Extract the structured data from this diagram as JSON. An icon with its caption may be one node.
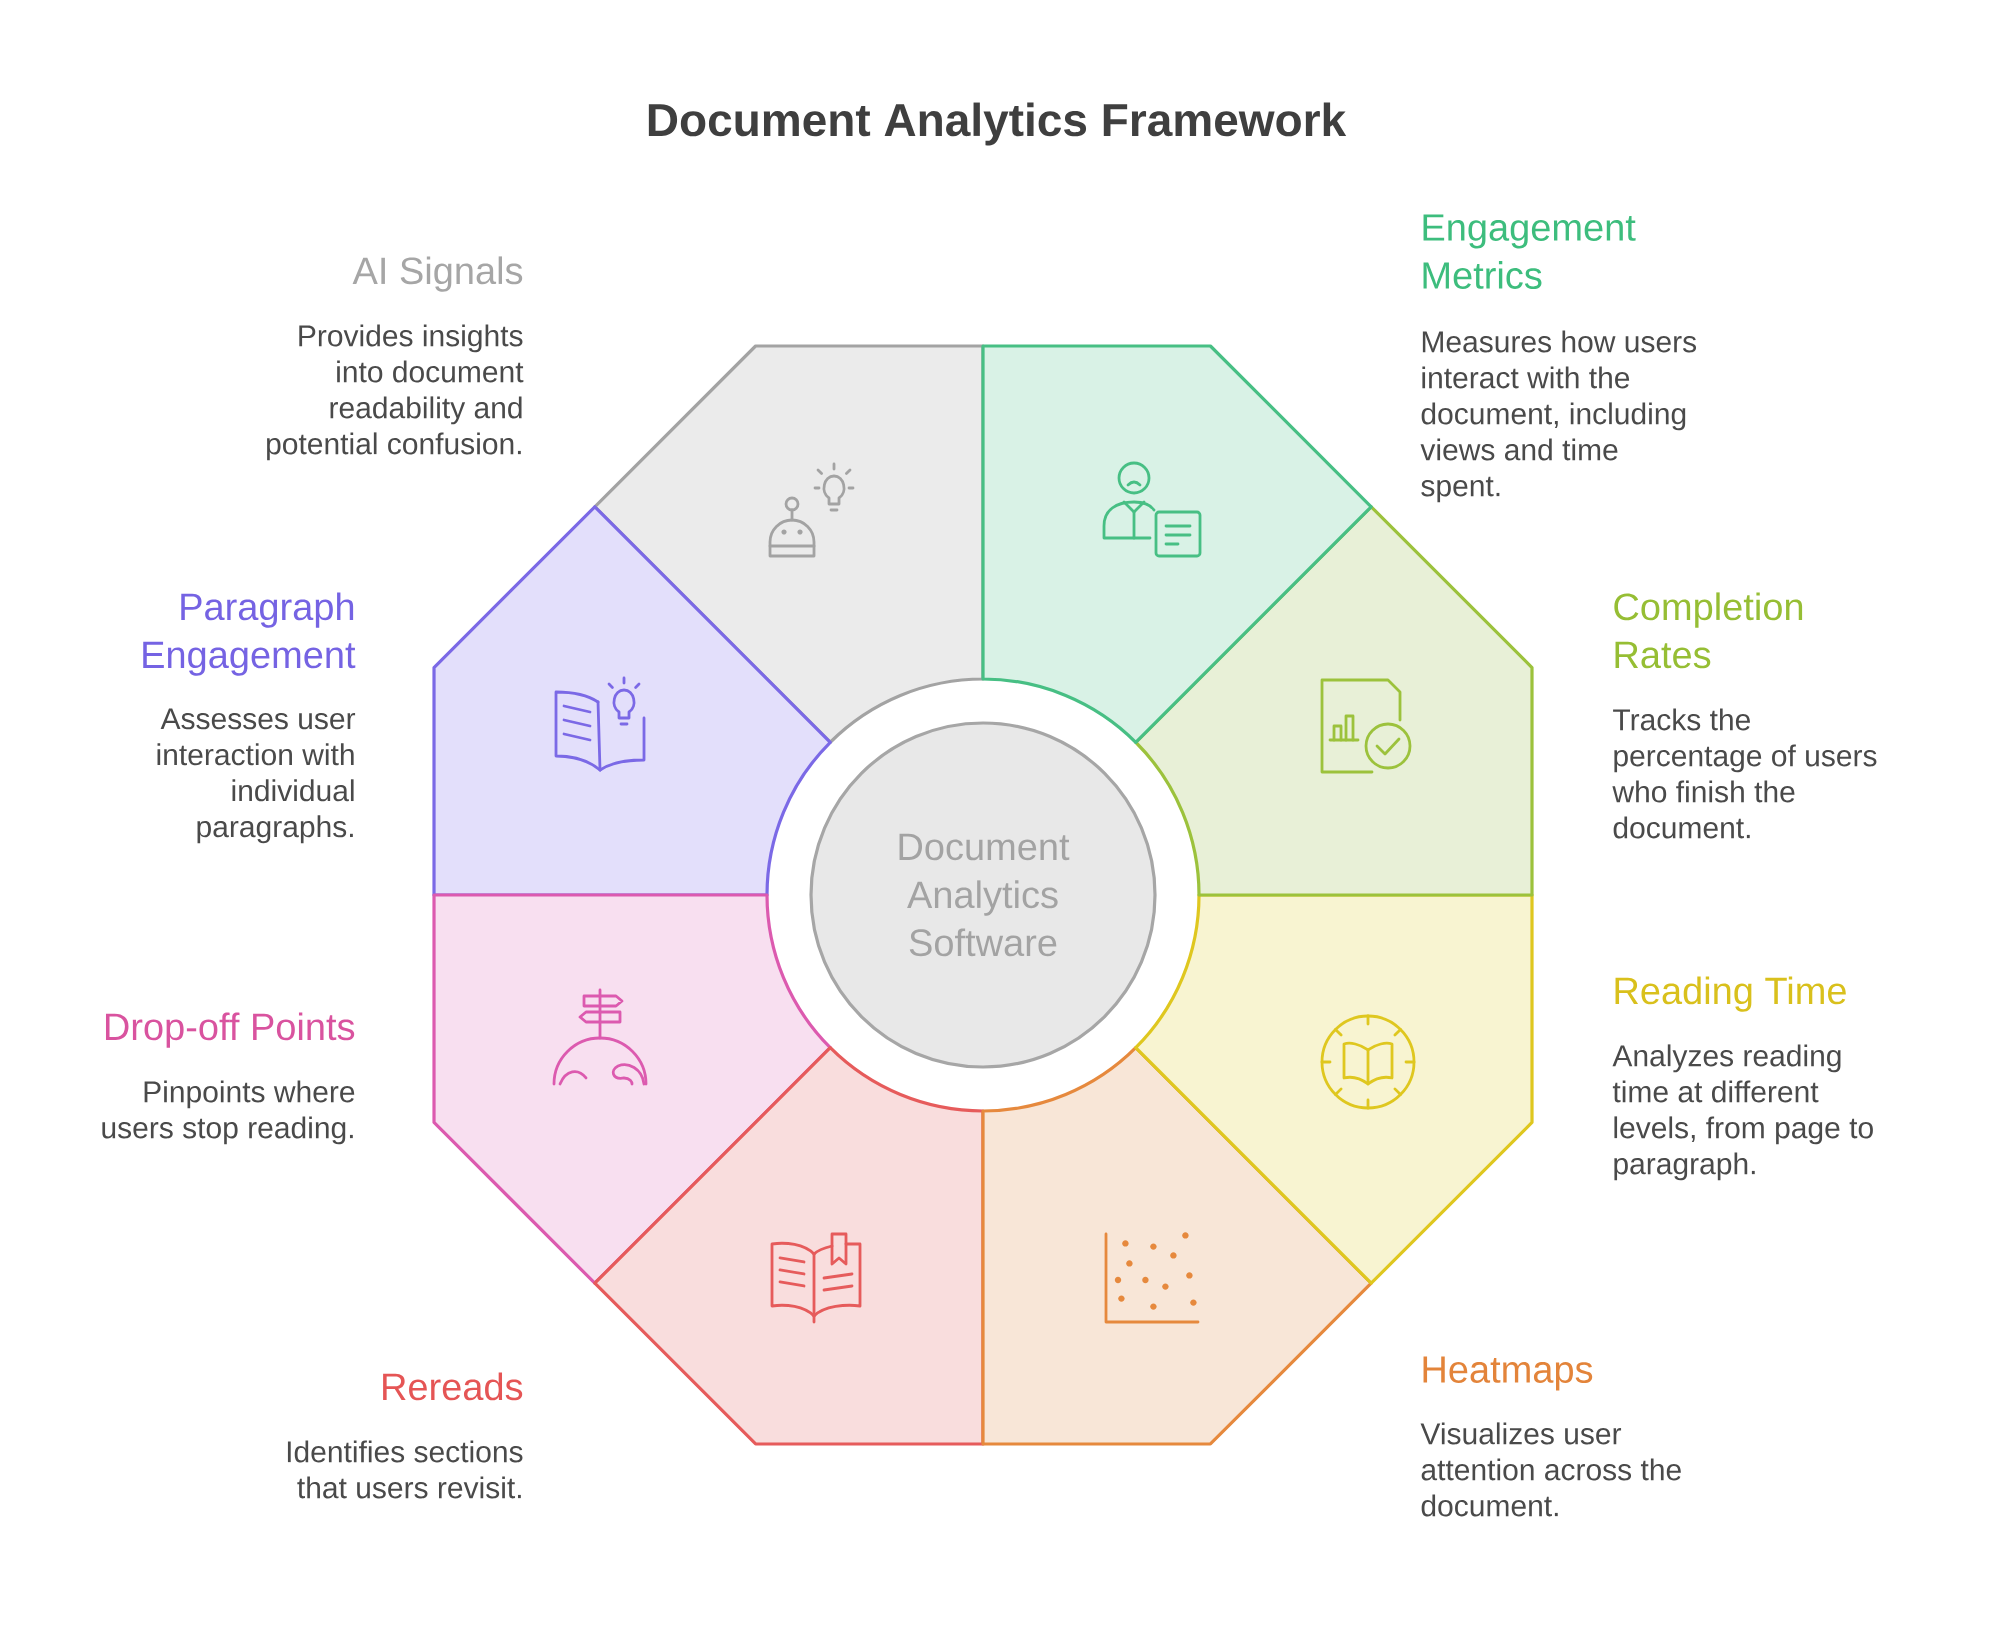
{
  "diagram": {
    "title": "Document Analytics Framework",
    "nodes": [
      {
        "text": [
          "Document Analytics Software"
        ]
      },
      {
        "text": [
          "Engagement Metrics",
          "Measures how users interact with the document, including views and time spent."
        ]
      },
      {
        "text": [
          "Completion Rates",
          "Tracks the percentage of users who finish the document."
        ]
      },
      {
        "text": [
          "Reading Time",
          "Analyzes reading time at different levels, from page to paragraph."
        ]
      },
      {
        "text": [
          "Heatmaps",
          "Visualizes user attention across the document."
        ]
      },
      {
        "text": [
          "Rereads",
          "Identifies sections that users revisit."
        ]
      },
      {
        "text": [
          "Drop-off Points",
          "Pinpoints where users stop reading."
        ]
      },
      {
        "text": [
          "Paragraph Engagement",
          "Assesses user interaction with individual paragraphs."
        ]
      },
      {
        "text": [
          "AI Signals",
          "Provides insights into document readability and potential confusion."
        ]
      }
    ]
  }
}
